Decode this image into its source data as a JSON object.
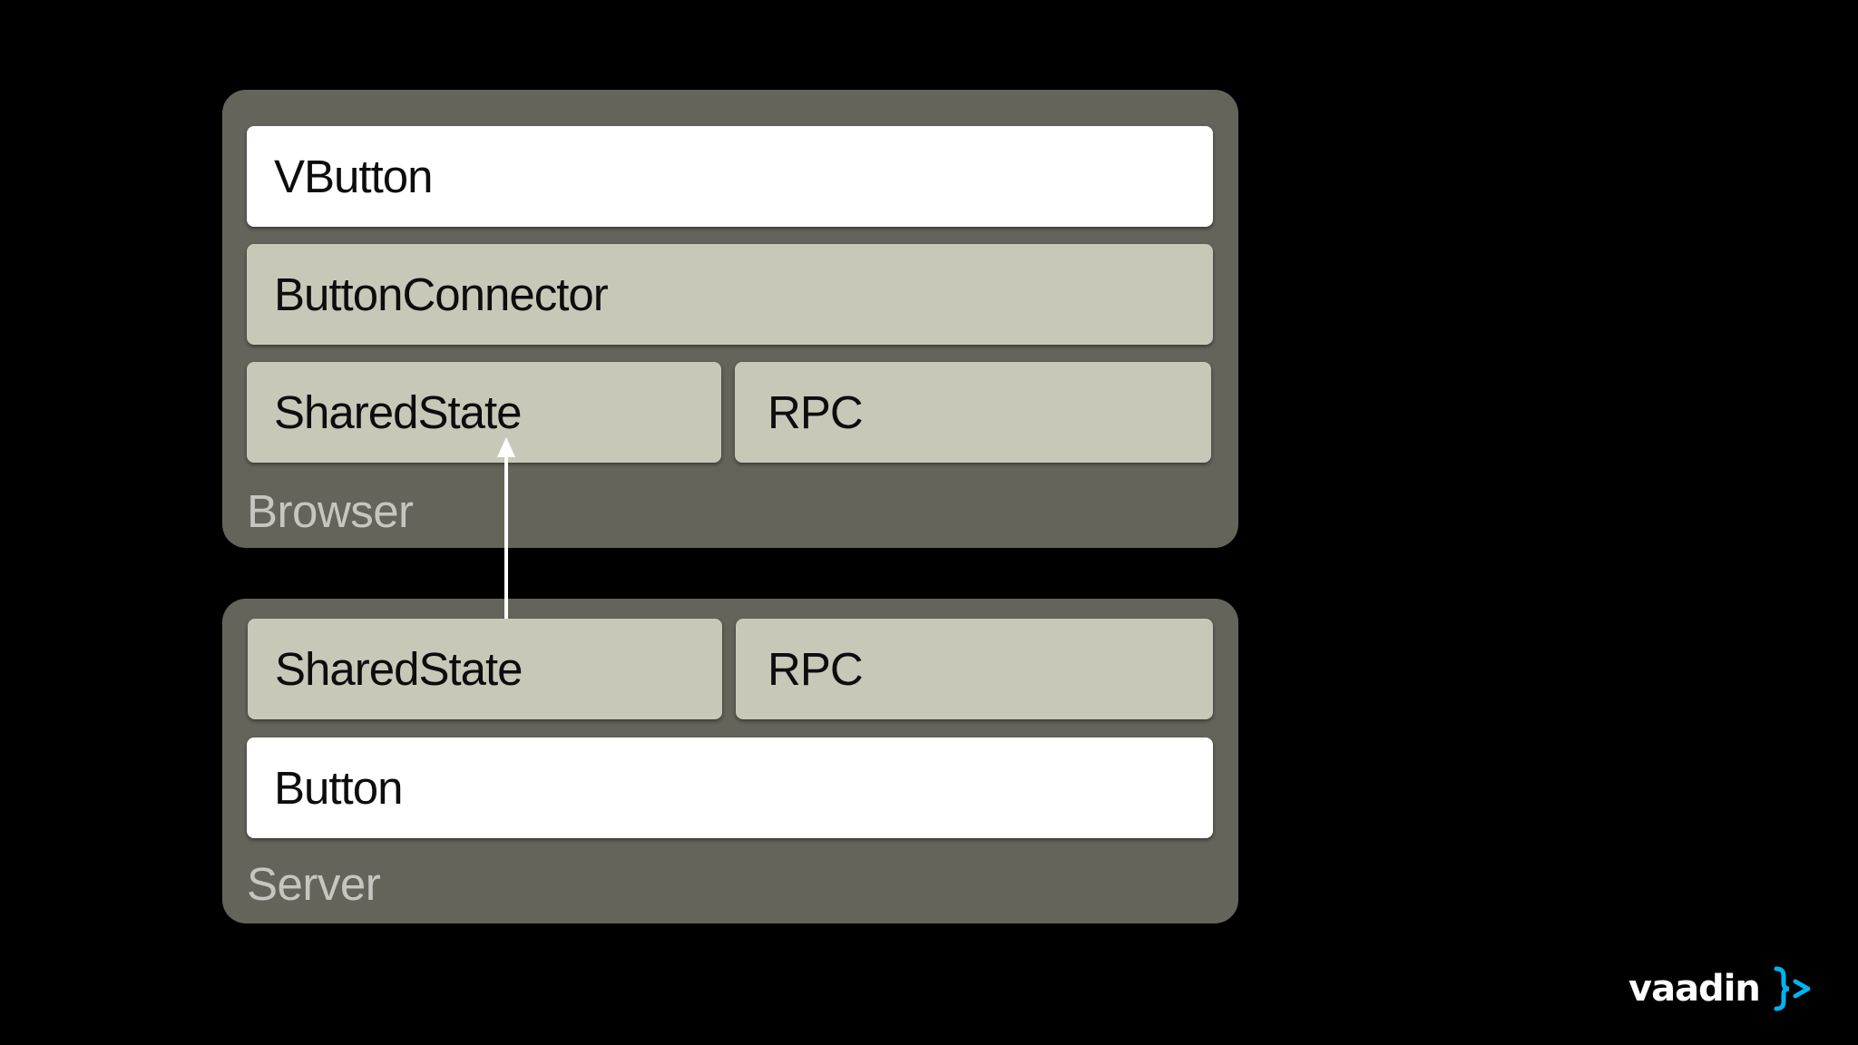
{
  "browser": {
    "label": "Browser",
    "vbutton": "VButton",
    "connector": "ButtonConnector",
    "shared_state": "SharedState",
    "rpc": "RPC"
  },
  "server": {
    "label": "Server",
    "shared_state": "SharedState",
    "rpc": "RPC",
    "button": "Button"
  },
  "logo": {
    "word": "vaadin",
    "mark_color": "#00b4f0"
  },
  "colors": {
    "background": "#000000",
    "panel": "#65645b",
    "tan_block": "#c8c8b9",
    "white_block": "#ffffff",
    "panel_label": "#c6c6c0",
    "arrow": "#ffffff"
  }
}
